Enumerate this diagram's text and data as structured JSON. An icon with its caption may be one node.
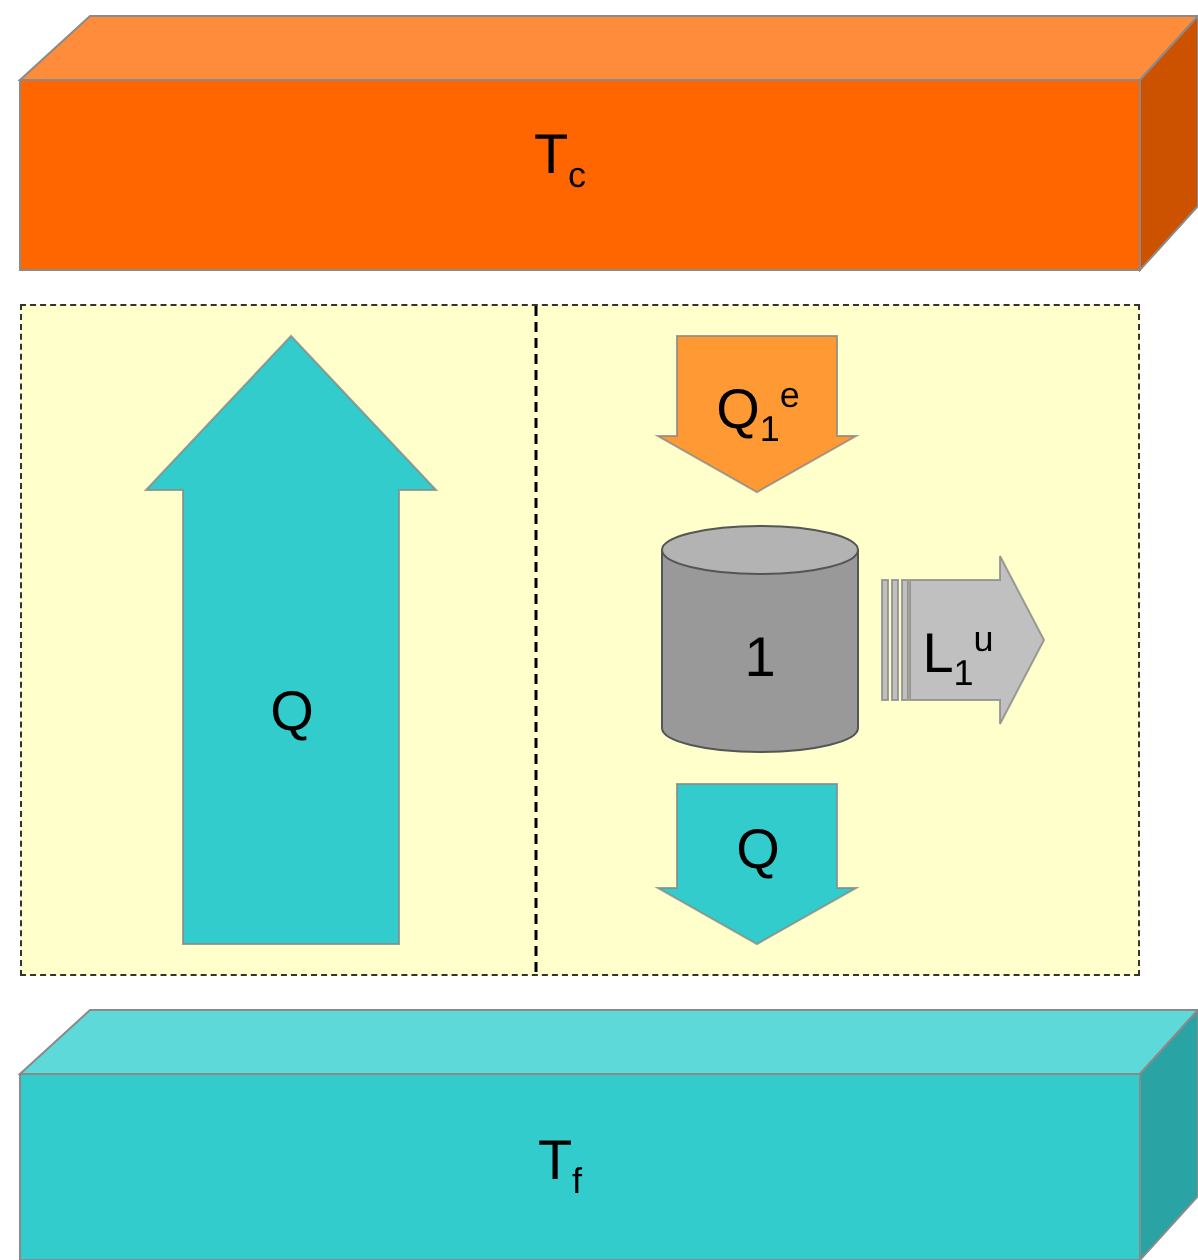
{
  "diagram": {
    "nodes": [
      {
        "text": [
          "T$_{c}$"
        ]
      },
      {
        "text": [],
        "shape": "box"
      },
      {
        "text": [
          "1"
        ],
        "in": 1
      },
      {
        "text": [
          "T$_{f}$"
        ]
      }
    ],
    "edges": [
      {
        "from": 3,
        "to": 0,
        "arrow": "to",
        "label": "Q",
        "style": "thick",
        "color": "#33cccc"
      },
      {
        "from": 0,
        "to": 2,
        "arrow": "to",
        "label": "Q$_{1}$$^{e}$",
        "style": "thick",
        "color": "#ff9933"
      },
      {
        "from": 2,
        "to": null,
        "arrow": "to",
        "label": "L$_{1}$$^{u}$",
        "style": "thick",
        "color": "#c0c0c0"
      },
      {
        "from": 2,
        "to": 3,
        "arrow": "to",
        "label": "Q",
        "style": "thick",
        "color": "#33cccc"
      }
    ]
  }
}
